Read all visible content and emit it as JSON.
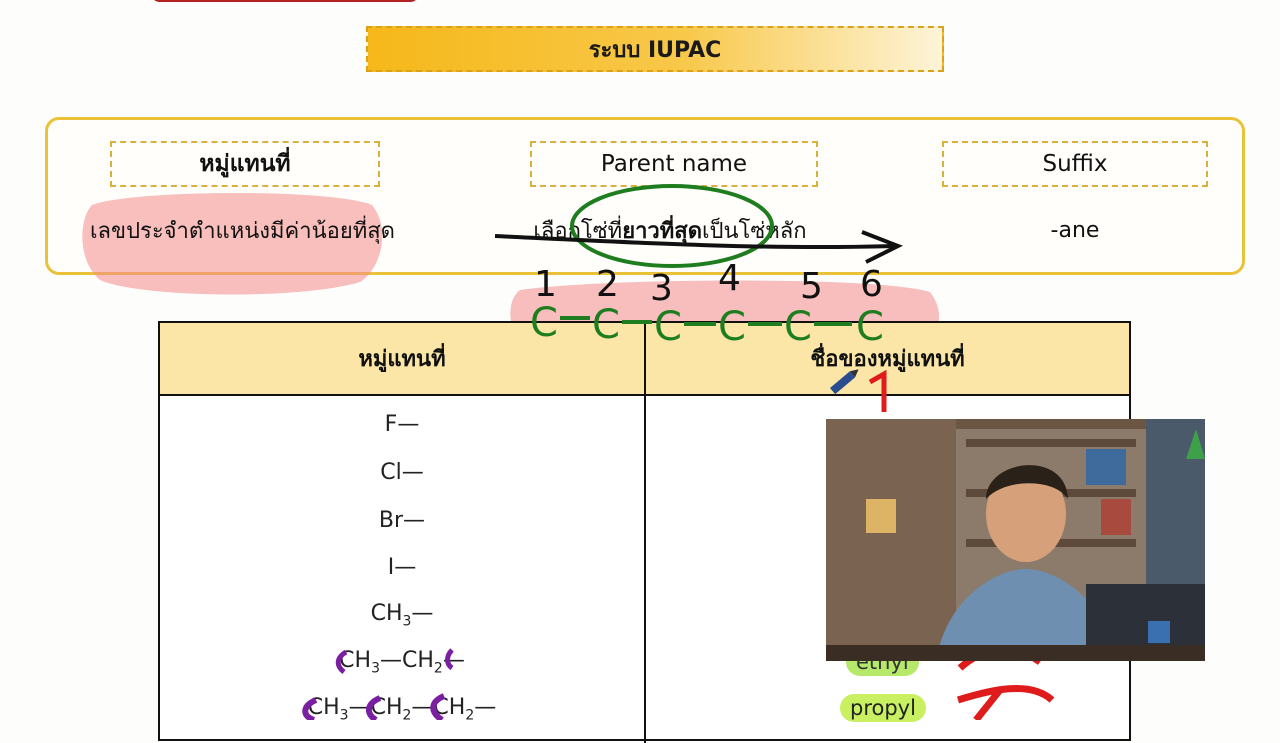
{
  "title": "ระบบ IUPAC",
  "rules": {
    "substituent": {
      "heading": "หมู่แทนที่",
      "value": "เลขประจำตำแหน่งมีค่าน้อยที่สุด"
    },
    "parent": {
      "heading": "Parent name",
      "value_pre": "เลือกโซ่ที่",
      "value_bold": "ยาวที่สุด",
      "value_post": "เป็นโซ่หลัก"
    },
    "suffix": {
      "heading": "Suffix",
      "value": "-ane"
    }
  },
  "chain_annotation": {
    "numbers": [
      "1",
      "2",
      "3",
      "4",
      "5",
      "6"
    ],
    "atom": "C"
  },
  "table": {
    "headers": [
      "หมู่แทนที่",
      "ชื่อของหมู่แทนที่"
    ],
    "rows": [
      {
        "formula": "F—"
      },
      {
        "formula": "Cl—"
      },
      {
        "formula": "Br—"
      },
      {
        "formula": "I—"
      },
      {
        "formula_parts": [
          "CH",
          "3",
          "—"
        ]
      },
      {
        "formula_parts": [
          "CH",
          "3",
          "—CH",
          "2",
          "—"
        ]
      },
      {
        "formula_parts": [
          "CH",
          "3",
          "—CH",
          "2",
          "—CH",
          "2",
          "—"
        ]
      }
    ],
    "names_visible": [
      "ethyl",
      "propyl"
    ]
  },
  "colors": {
    "title_gradient_start": "#f6b81a",
    "panel_border": "#eac23a",
    "header_fill": "#fbe6a8",
    "highlight_red": "#f28b8b",
    "ink_green": "#1e7d1e",
    "ink_purple": "#7b1fa2",
    "ink_red": "#e01b1b"
  },
  "icons": [
    "pen-icon"
  ]
}
